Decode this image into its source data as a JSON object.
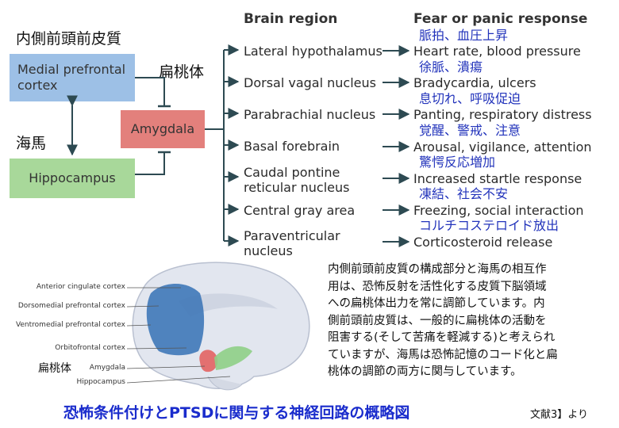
{
  "title_jp_mpfc": "内側前頭前皮質",
  "label_jp_amygdala": "扁桃体",
  "label_jp_hippocampus": "海馬",
  "boxes": {
    "mpfc": "Medial prefrontal cortex",
    "amygdala": "Amygdala",
    "hippocampus": "Hippocampus"
  },
  "headers": {
    "region": "Brain region",
    "response": "Fear or panic response"
  },
  "rows": [
    {
      "region": "Lateral hypothalamus",
      "response": "Heart rate, blood pressure",
      "jp": "脈拍、血圧上昇"
    },
    {
      "region": "Dorsal vagal nucleus",
      "response": "Bradycardia, ulcers",
      "jp": "徐脈、潰瘍"
    },
    {
      "region": "Parabrachial nucleus",
      "response": "Panting, respiratory distress",
      "jp": "息切れ、呼吸促迫"
    },
    {
      "region": "Basal forebrain",
      "response": "Arousal, vigilance, attention",
      "jp": "覚醒、警戒、注意"
    },
    {
      "region": "Caudal pontine reticular nucleus",
      "response": "Increased startle response",
      "jp": "驚愕反応増加"
    },
    {
      "region": "Central gray area",
      "response": "Freezing, social interaction",
      "jp": "凍結、社会不安"
    },
    {
      "region": "Paraventricular nucleus",
      "response": "Corticosteroid release",
      "jp": "コルチコステロイド放出"
    }
  ],
  "brain_labels": [
    "Anterior cingulate cortex",
    "Dorsomedial prefrontal cortex",
    "Ventromedial prefrontal cortex",
    "Orbitofrontal cortex",
    "Amygdala",
    "Hippocampus"
  ],
  "brain_label_jp_amygdala": "扁桃体",
  "paragraph_lines": [
    "内側前頭前皮質の構成部分と海馬の相互作",
    "用は、恐怖反射を活性化する皮質下脳領域",
    "への扁桃体出力を常に調節しています。内",
    "側前頭前皮質は、一般的に扁桃体の活動を",
    "阻害する(そして苦痛を軽減する)と考えられ",
    "ていますが、海馬は恐怖記憶のコード化と扁",
    "桃体の調節の両方に関与しています。"
  ],
  "caption": "恐怖条件付けとPTSDに関与する神経回路の概略図",
  "reference": "文献3】より",
  "colors": {
    "mpfc_box": "#9dc0e6",
    "amygdala_box": "#e3807c",
    "hippocampus_box": "#a8d89a",
    "jp_blue": "#2233bb",
    "caption_blue": "#1a2ccc",
    "arrow": "#2d4a52"
  }
}
